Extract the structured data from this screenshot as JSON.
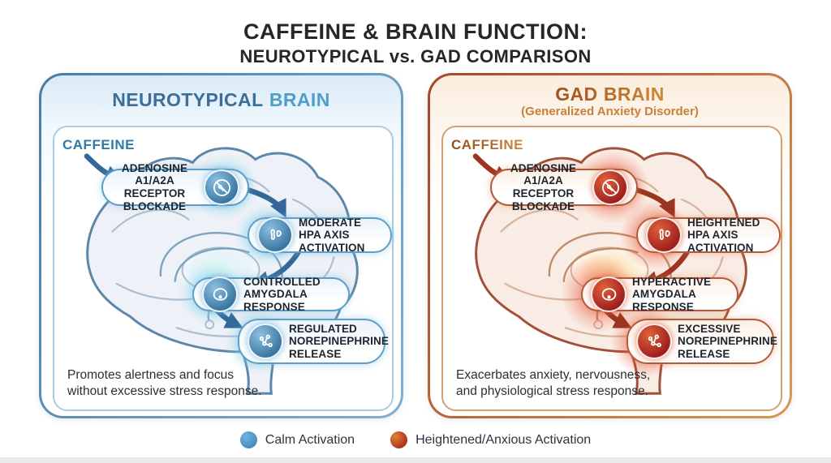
{
  "title": {
    "line1": "CAFFEINE & BRAIN FUNCTION:",
    "line2": "NEUROTYPICAL vs. GAD COMPARISON"
  },
  "panels": [
    {
      "id": "neurotypical",
      "title_part1": "NEUROTYPICAL",
      "title_part2": "BRAIN",
      "subtitle": "",
      "caffeine_label": "CAFFEINE",
      "steps": [
        {
          "label": "ADENOSINE A1/A2A RECEPTOR BLOCKADE",
          "icon": "blocked-adenosine-receptor-icon"
        },
        {
          "label": "MODERATE HPA AXIS ACTIVATION",
          "icon": "hpa-gland-icon"
        },
        {
          "label": "CONTROLLED AMYGDALA RESPONSE",
          "icon": "amygdala-icon"
        },
        {
          "label": "REGULATED NOREPINEPHRINE RELEASE",
          "icon": "norepinephrine-molecule-icon"
        }
      ],
      "summary": "Promotes alertness and focus without excessive stress response.",
      "colors": {
        "border": "#5c8cb0",
        "title": "#3d6e99",
        "title_accent": "#4e9fc7",
        "arrow": "#34689a",
        "icon_fill": "#37749f"
      }
    },
    {
      "id": "gad",
      "title_part1": "GAD",
      "title_part2": "BRAIN",
      "subtitle": "(Generalized Anxiety Disorder)",
      "caffeine_label": "CAFFEINE",
      "steps": [
        {
          "label": "ADENOSINE A1/A2A RECEPTOR BLOCKADE",
          "icon": "blocked-adenosine-receptor-icon"
        },
        {
          "label": "HEIGHTENED HPA AXIS ACTIVATION",
          "icon": "hpa-gland-icon"
        },
        {
          "label": "HYPERACTIVE AMYGDALA RESPONSE",
          "icon": "amygdala-icon"
        },
        {
          "label": "EXCESSIVE NOREPINEPHRINE RELEASE",
          "icon": "norepinephrine-molecule-icon"
        }
      ],
      "summary": "Exacerbates anxiety, nervousness, and physiological stress response.",
      "colors": {
        "border": "#a8432c",
        "border2": "#d69a52",
        "title": "#b06a28",
        "subtitle": "#c9813a",
        "arrow": "#9c3420",
        "icon_fill": "#9c1d1c"
      }
    }
  ],
  "legend": [
    {
      "label": "Calm Activation",
      "color": "#4a90c4"
    },
    {
      "label": "Heightened/Anxious Activation",
      "color": "#c04a22",
      "color2": "#e08030"
    }
  ]
}
